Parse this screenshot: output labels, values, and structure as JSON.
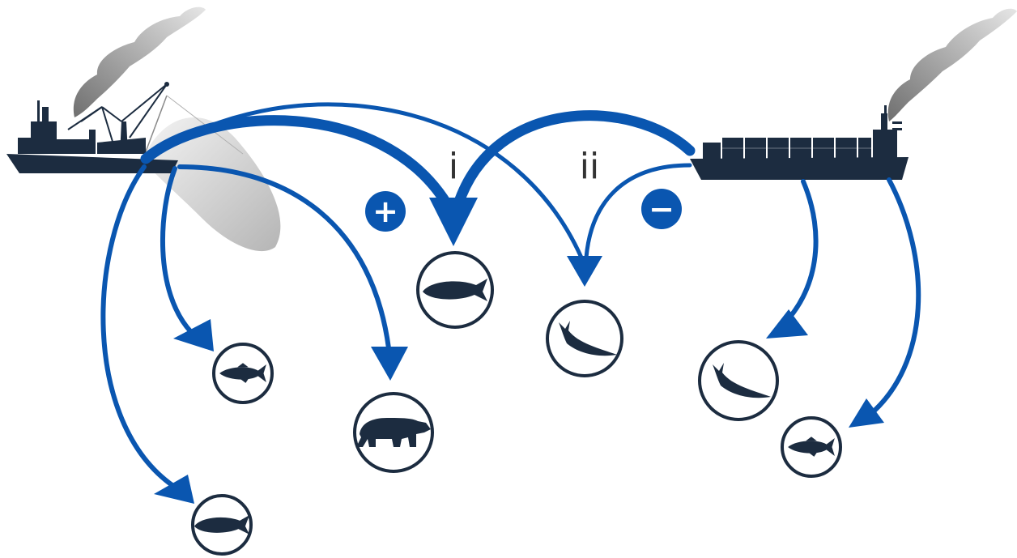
{
  "figure": {
    "pathway_labels": {
      "first": "i",
      "second": "ii"
    },
    "effect_signs": {
      "positive": "+",
      "negative": "−"
    }
  },
  "colors": {
    "arrow": "#0a56b0",
    "vessel": "#1c2c40",
    "icon_ring": "#1c2c40",
    "sign_disc": "#0a56b0",
    "smoke": "#9c9c9c",
    "net": "#bdbdbd"
  },
  "vessels": [
    {
      "name": "fishing-vessel",
      "icon": "trawler-icon"
    },
    {
      "name": "cargo-vessel",
      "icon": "container-ship-icon"
    }
  ],
  "species_icons": [
    "fish-icon",
    "polar-bear-icon",
    "whale-icon",
    "seal-icon"
  ]
}
